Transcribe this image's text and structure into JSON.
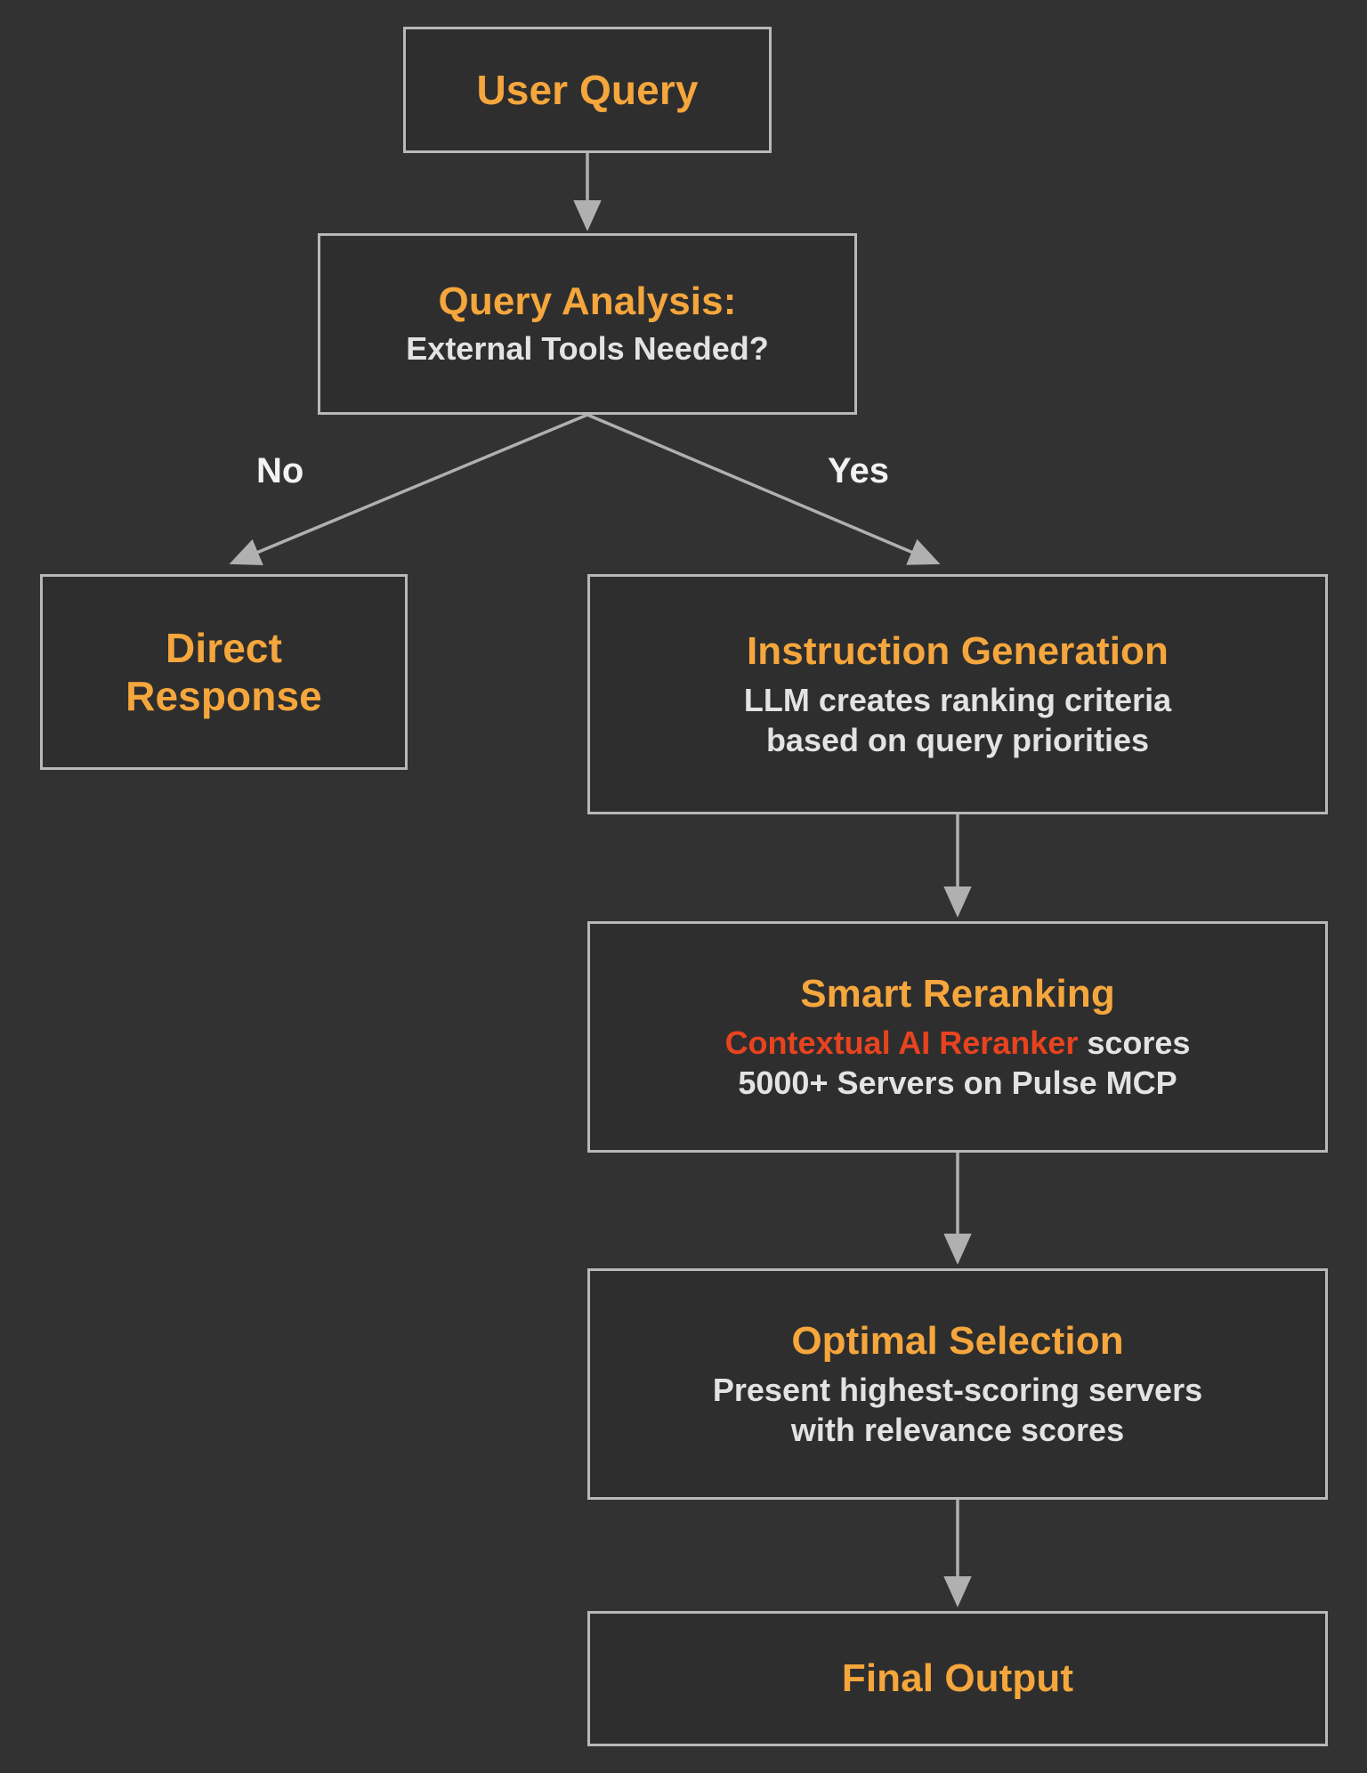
{
  "diagram": {
    "type": "flowchart",
    "orientation": "top-down",
    "colors": {
      "background": "#333232",
      "node_fill": "#2E2E2E",
      "node_border": "#B8B8B8",
      "title_accent": "#F5A63C",
      "body_text": "#E3E3E3",
      "highlight_red": "#E8431F",
      "edge": "#B0B0B0"
    },
    "nodes": [
      {
        "id": "user-query",
        "title": "User Query",
        "subtitle_lines": []
      },
      {
        "id": "query-analysis",
        "title": "Query Analysis:",
        "subtitle_lines": [
          "External Tools Needed?"
        ]
      },
      {
        "id": "direct-response",
        "title": "Direct\nResponse",
        "title_line1": "Direct",
        "title_line2": "Response",
        "subtitle_lines": []
      },
      {
        "id": "instruction-generation",
        "title": "Instruction Generation",
        "subtitle_lines": [
          "LLM creates ranking criteria",
          "based on query priorities"
        ]
      },
      {
        "id": "smart-reranking",
        "title": "Smart Reranking",
        "subtitle_lines": [
          "Contextual AI Reranker scores",
          "5000+ Servers on Pulse MCP"
        ],
        "highlighted_phrase": "Contextual AI Reranker",
        "rest_of_line": " scores"
      },
      {
        "id": "optimal-selection",
        "title": "Optimal Selection",
        "subtitle_lines": [
          "Present highest-scoring servers",
          "with relevance scores"
        ]
      },
      {
        "id": "final-output",
        "title": "Final Output",
        "subtitle_lines": []
      }
    ],
    "edges": [
      {
        "from": "user-query",
        "to": "query-analysis",
        "label": ""
      },
      {
        "from": "query-analysis",
        "to": "direct-response",
        "label": "No"
      },
      {
        "from": "query-analysis",
        "to": "instruction-generation",
        "label": "Yes"
      },
      {
        "from": "instruction-generation",
        "to": "smart-reranking",
        "label": ""
      },
      {
        "from": "smart-reranking",
        "to": "optimal-selection",
        "label": ""
      },
      {
        "from": "optimal-selection",
        "to": "final-output",
        "label": ""
      }
    ],
    "edge_labels": {
      "no": "No",
      "yes": "Yes"
    }
  }
}
